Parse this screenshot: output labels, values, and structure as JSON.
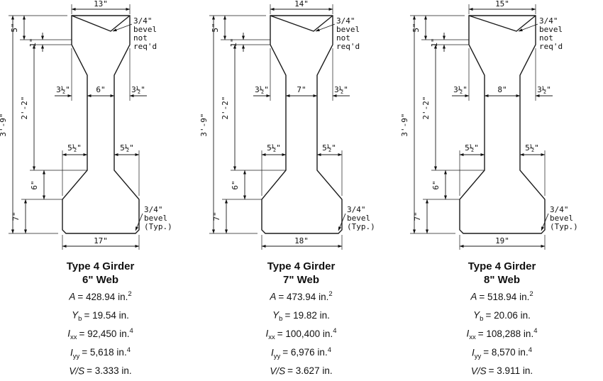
{
  "common": {
    "dim_5": "5\"",
    "dim_1": "1\"",
    "dim_3half": "3½\"",
    "dim_total_height": "3'-9\"",
    "dim_mid_height": "2'-2\"",
    "dim_5half": "5½\"",
    "dim_6": "6\"",
    "dim_7": "7\"",
    "bevel_top_l1": "3/4\"",
    "bevel_top_l2": "bevel",
    "bevel_top_l3": "not",
    "bevel_top_l4": "req'd",
    "bevel_bot_l1": "3/4\"",
    "bevel_bot_l2": "bevel",
    "bevel_bot_l3": "(Typ.)"
  },
  "girders": [
    {
      "title": "Type 4 Girder",
      "subtitle": "6\" Web",
      "dim_top_width": "13\"",
      "dim_web_width": "6\"",
      "dim_bottom_width": "17\"",
      "props": [
        {
          "name": "A",
          "sub": "",
          "eq": "= 428.94 in.",
          "sup": "2"
        },
        {
          "name": "Y",
          "sub": "b",
          "eq": "= 19.54 in.",
          "sup": ""
        },
        {
          "name": "I",
          "sub": "xx",
          "eq": "= 92,450 in.",
          "sup": "4"
        },
        {
          "name": "I",
          "sub": "yy",
          "eq": "= 5,618 in.",
          "sup": "4"
        },
        {
          "name": "V/S",
          "sub": "",
          "eq": "= 3.333 in.",
          "sup": ""
        }
      ]
    },
    {
      "title": "Type 4 Girder",
      "subtitle": "7\" Web",
      "dim_top_width": "14\"",
      "dim_web_width": "7\"",
      "dim_bottom_width": "18\"",
      "props": [
        {
          "name": "A",
          "sub": "",
          "eq": "= 473.94 in.",
          "sup": "2"
        },
        {
          "name": "Y",
          "sub": "b",
          "eq": "= 19.82 in.",
          "sup": ""
        },
        {
          "name": "I",
          "sub": "xx",
          "eq": "= 100,400 in.",
          "sup": "4"
        },
        {
          "name": "I",
          "sub": "yy",
          "eq": "= 6,976 in.",
          "sup": "4"
        },
        {
          "name": "V/S",
          "sub": "",
          "eq": "= 3.627 in.",
          "sup": ""
        }
      ]
    },
    {
      "title": "Type 4 Girder",
      "subtitle": "8\" Web",
      "dim_top_width": "15\"",
      "dim_web_width": "8\"",
      "dim_bottom_width": "19\"",
      "props": [
        {
          "name": "A",
          "sub": "",
          "eq": "= 518.94 in.",
          "sup": "2"
        },
        {
          "name": "Y",
          "sub": "b",
          "eq": "= 20.06 in.",
          "sup": ""
        },
        {
          "name": "I",
          "sub": "xx",
          "eq": "= 108,288 in.",
          "sup": "4"
        },
        {
          "name": "I",
          "sub": "yy",
          "eq": "= 8,570 in.",
          "sup": "4"
        },
        {
          "name": "V/S",
          "sub": "",
          "eq": "= 3.911 in.",
          "sup": ""
        }
      ]
    }
  ]
}
